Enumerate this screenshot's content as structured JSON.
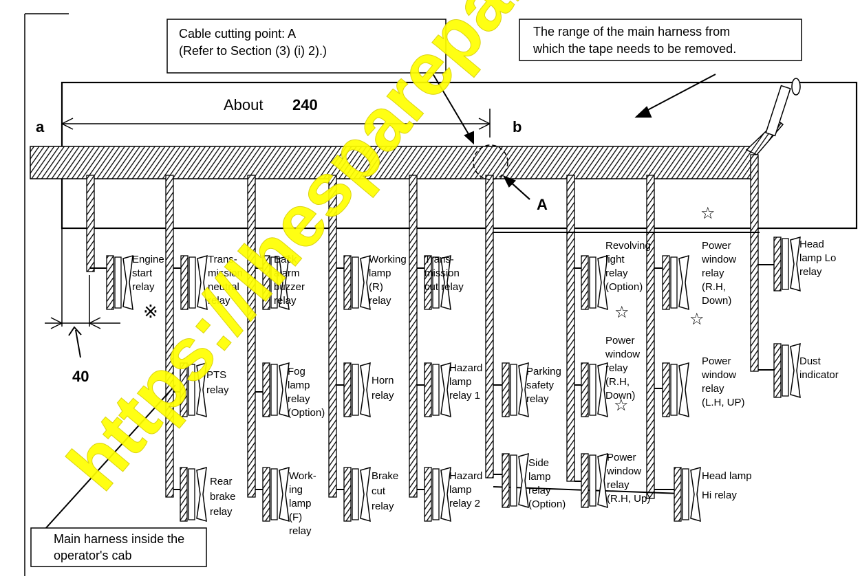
{
  "callouts": {
    "cut_point": [
      "Cable cutting point:  A",
      "(Refer to Section (3) (i) 2).)"
    ],
    "range": [
      "The range of the main harness from",
      "which the tape needs to be removed."
    ],
    "main_harness": [
      "Main harness inside the",
      "operator's cab"
    ]
  },
  "dimensions": {
    "about_word": "About",
    "about_value": "240",
    "offset_value": "40",
    "point_a": "a",
    "point_b": "b",
    "point_A": "A"
  },
  "marks": {
    "reference_mark": "※",
    "star": "☆"
  },
  "relays": {
    "engine_start": [
      "Engine",
      "start",
      "relay"
    ],
    "trans_neutral": [
      "Trans-",
      "mission",
      "neutral",
      "relay"
    ],
    "back_alarm": [
      "Back",
      "alarm",
      "buzzer",
      "relay"
    ],
    "working_r": [
      "Working",
      "lamp",
      "(R)",
      "relay"
    ],
    "trans_cut": [
      "Trans-",
      "mission",
      "cut relay"
    ],
    "revolving": [
      "Revolving",
      "light",
      "relay",
      "(Option)"
    ],
    "pw_rh_down_a": [
      "Power",
      "window",
      "relay",
      "(R.H,",
      "Down)"
    ],
    "head_lo": [
      "Head",
      "lamp Lo",
      "relay"
    ],
    "pts": [
      "PTS",
      "relay"
    ],
    "fog": [
      "Fog",
      "lamp",
      "relay",
      "(Option)"
    ],
    "horn": [
      "Horn",
      "relay"
    ],
    "hazard1": [
      "Hazard",
      "lamp",
      "relay 1"
    ],
    "parking": [
      "Parking",
      "safety",
      "relay"
    ],
    "pw_rh_down_b": [
      "Power",
      "window",
      "relay",
      "(R.H,",
      "Down)"
    ],
    "pw_lh_up": [
      "Power",
      "window",
      "relay",
      "(L.H, UP)"
    ],
    "dust": [
      "Dust",
      "indicator"
    ],
    "rear_brake": [
      "Rear",
      "brake",
      "relay"
    ],
    "working_f": [
      "Work-",
      "ing",
      "lamp",
      "(F)",
      "relay"
    ],
    "brake_cut": [
      "Brake",
      "cut",
      "relay"
    ],
    "hazard2": [
      "Hazard",
      "lamp",
      "relay 2"
    ],
    "side_lamp": [
      "Side",
      "lamp",
      "relay",
      "(Option)"
    ],
    "pw_rh_up": [
      "Power",
      "window",
      "relay",
      "(R.H, Up)"
    ],
    "head_hi": [
      "Head lamp",
      "Hi relay"
    ]
  },
  "watermark": {
    "text": "https://lhespareparts",
    "color": "#ffff00"
  }
}
